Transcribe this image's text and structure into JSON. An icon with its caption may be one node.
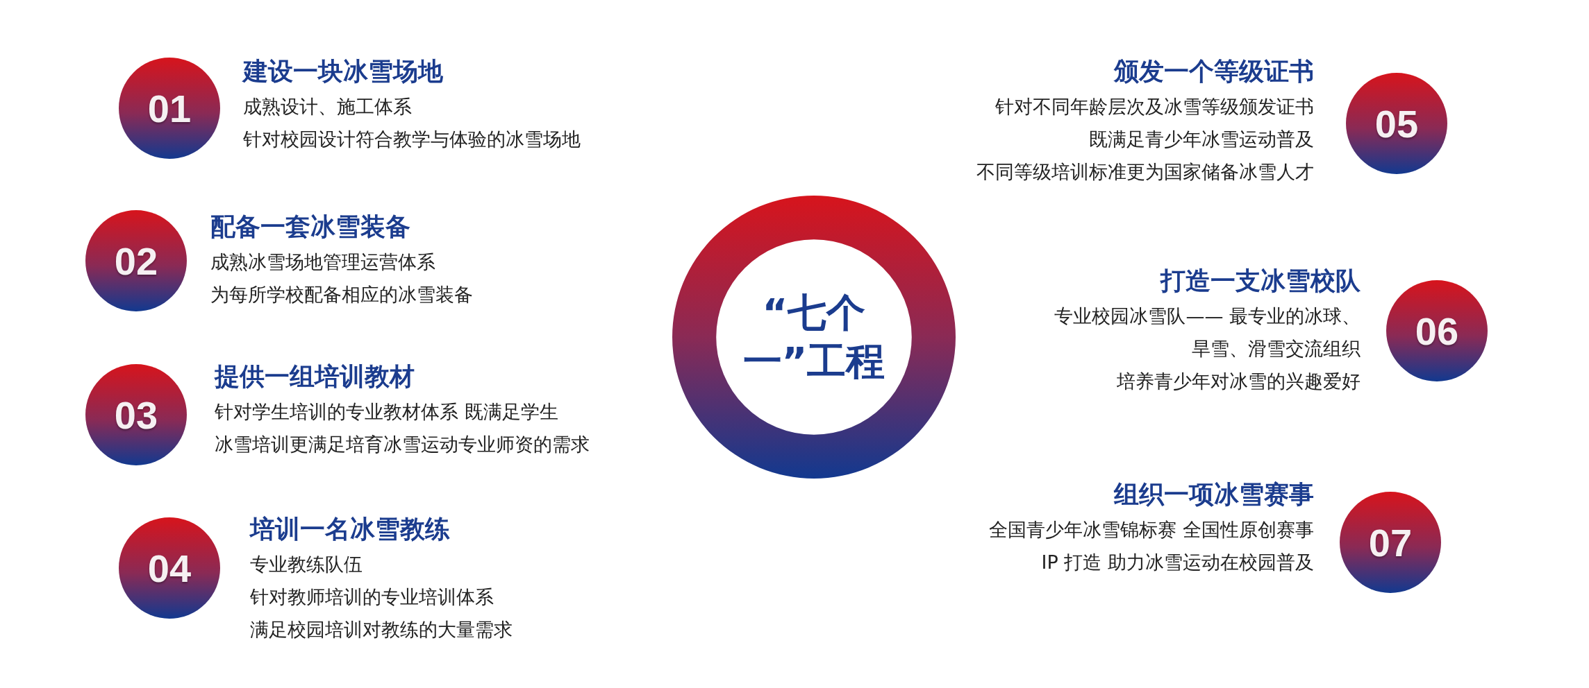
{
  "diagram": {
    "nodes": [
      {
        "text": [
          "“七个一”工程"
        ]
      },
      {
        "text": [
          "01"
        ],
        "beside": [
          "建设一块冰雪场地",
          "成熟设计、施工体系",
          "针对校园设计符合教学与体验的冰雪场地"
        ]
      },
      {
        "text": [
          "02"
        ],
        "beside": [
          "配备一套冰雪装备",
          "成熟冰雪场地管理运营体系",
          "为每所学校配备相应的冰雪装备"
        ]
      },
      {
        "text": [
          "03"
        ],
        "beside": [
          "提供一组培训教材",
          "针对学生培训的专业教材体系 既满足学生",
          "冰雪培训更满足培育冰雪运动专业师资的需求"
        ]
      },
      {
        "text": [
          "04"
        ],
        "beside": [
          "培训一名冰雪教练",
          "专业教练队伍",
          "针对教师培训的专业培训体系",
          "满足校园培训对教练的大量需求"
        ]
      },
      {
        "text": [
          "05"
        ],
        "beside": [
          "颁发一个等级证书",
          "针对不同年龄层次及冰雪等级颁发证书",
          "既满足青少年冰雪运动普及",
          "不同等级培训标准更为国家储备冰雪人才"
        ]
      },
      {
        "text": [
          "06"
        ],
        "beside": [
          "打造一支冰雪校队",
          "专业校园冰雪队—— 最专业的冰球、",
          "旱雪、滑雪交流组织",
          "培养青少年对冰雪的兴趣爱好"
        ]
      },
      {
        "text": [
          "07"
        ],
        "beside": [
          "组织一项冰雪赛事",
          "全国青少年冰雪锦标赛 全国性原创赛事",
          "IP 打造 助力冰雪运动在校园普及"
        ]
      }
    ],
    "edges": []
  }
}
